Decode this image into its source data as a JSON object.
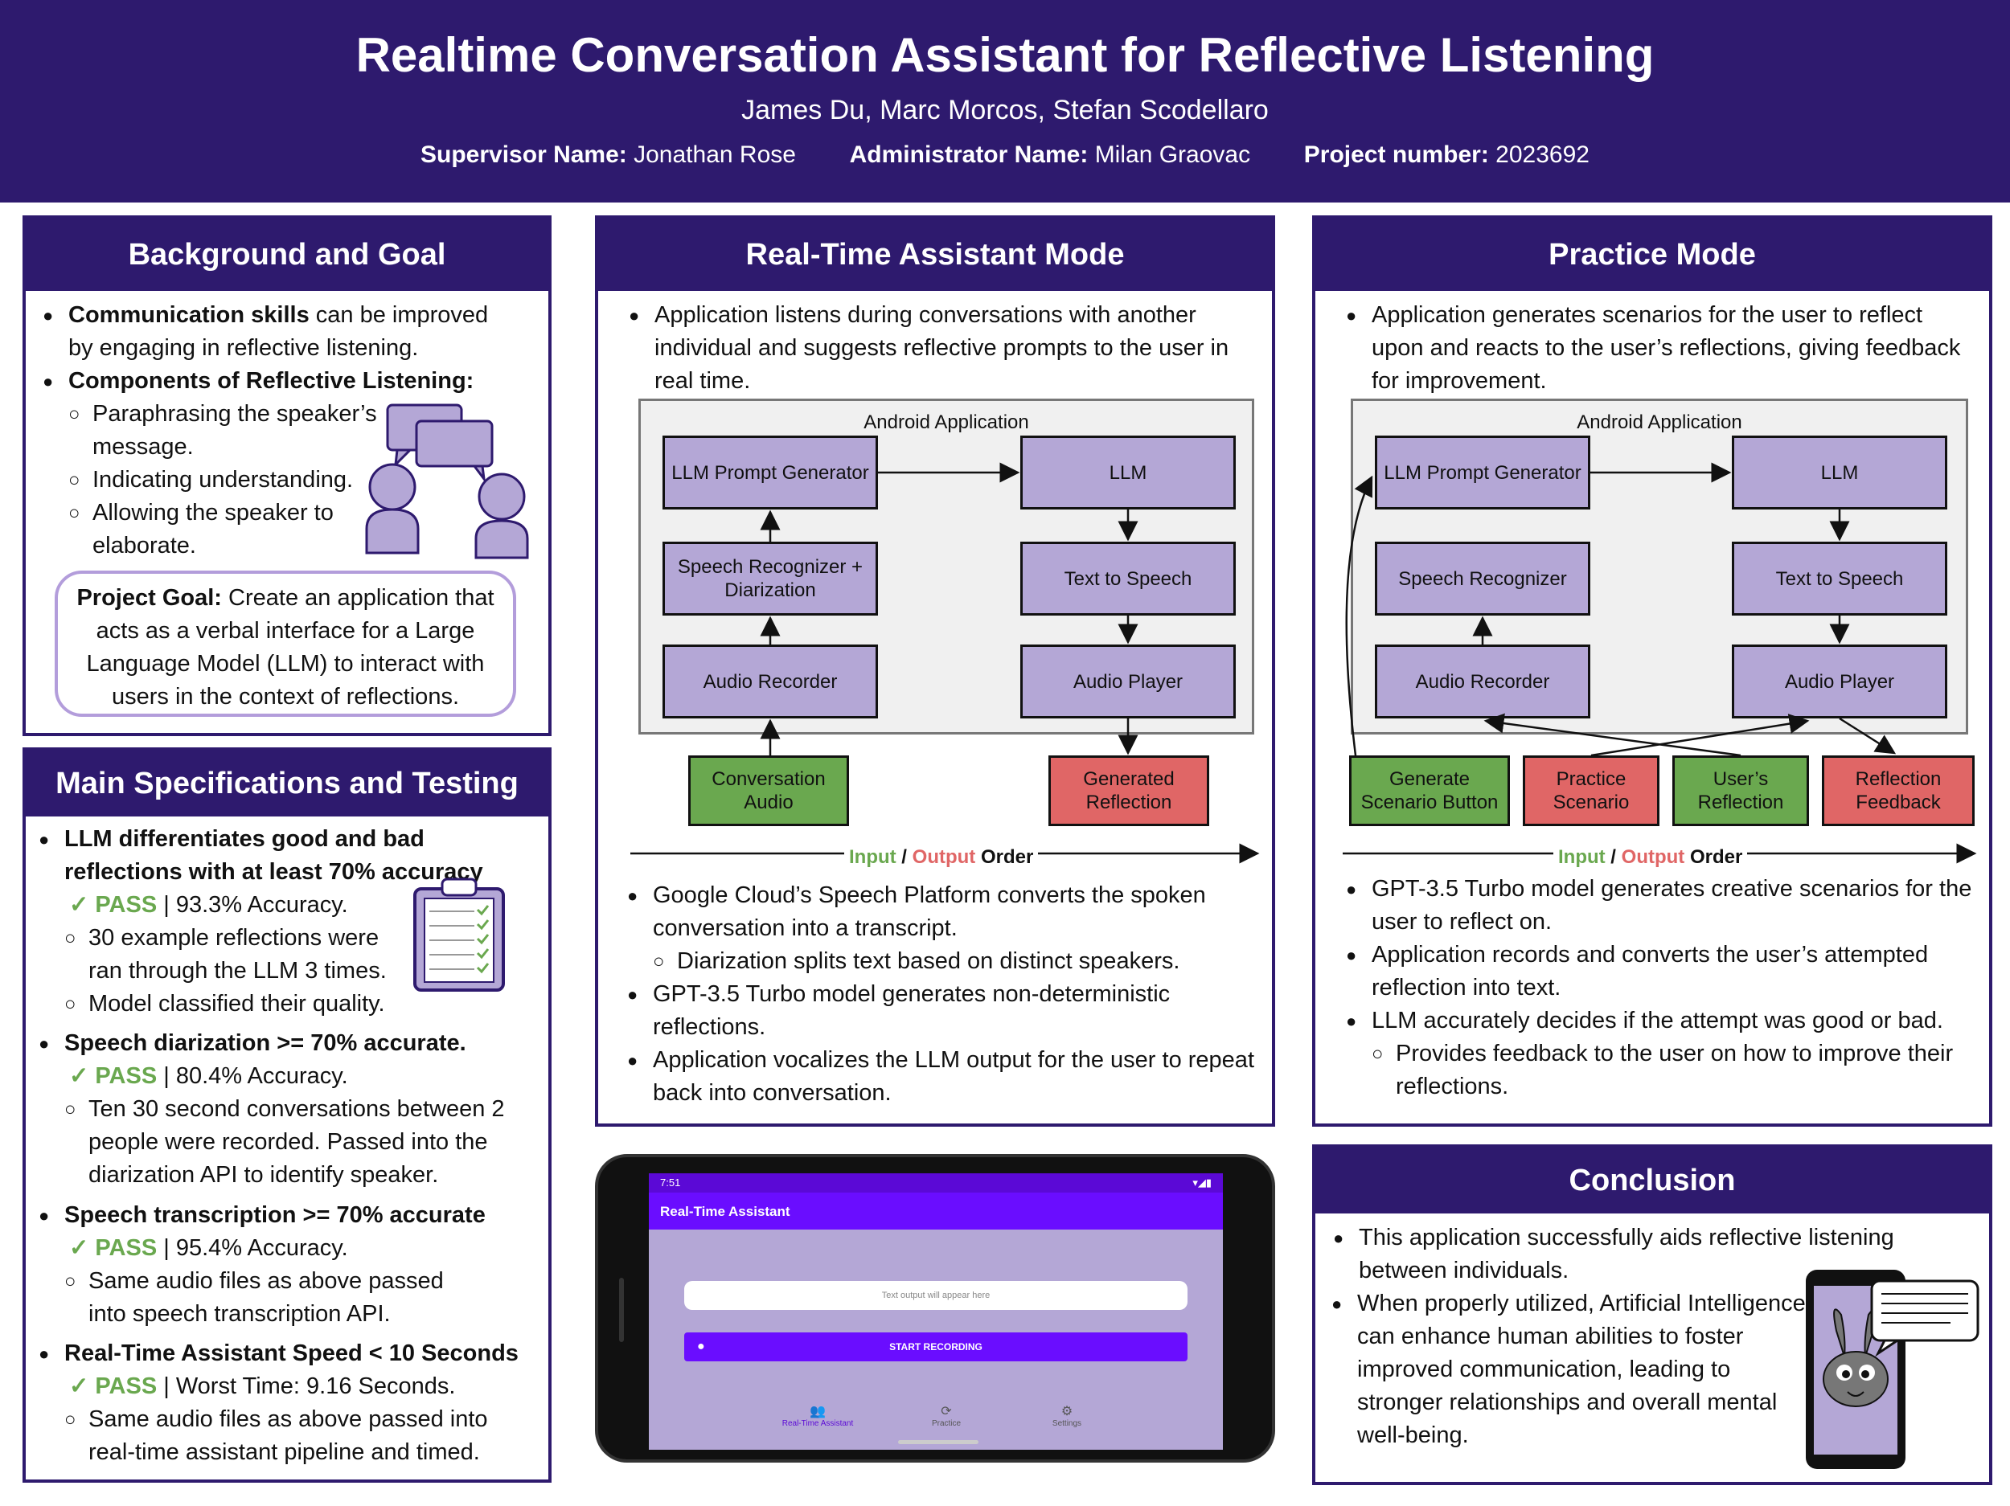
{
  "header": {
    "title": "Realtime Conversation Assistant for Reflective Listening",
    "authors": "James Du, Marc Morcos, Stefan Scodellaro",
    "supervisor_label": "Supervisor Name:",
    "supervisor": "Jonathan Rose",
    "admin_label": "Administrator Name:",
    "admin": "Milan Graovac",
    "project_label": "Project number:",
    "project": "2023692"
  },
  "background": {
    "heading": "Background and Goal",
    "b1_bold": "Communication skills",
    "b1_rest": " can be improved by engaging in reflective listening.",
    "b2_bold": "Components of Reflective Listening:",
    "c1": "Paraphrasing the speaker’s message.",
    "c2": "Indicating understanding.",
    "c3": "Allowing the speaker to elaborate.",
    "goal_bold": "Project Goal:",
    "goal_rest": " Create an application that acts as a verbal interface for a Large Language Model (LLM) to interact with users in the context of reflections."
  },
  "specs": {
    "heading": "Main Specifications and Testing",
    "s1_title": "LLM differentiates good and bad reflections with at least 70% accuracy",
    "s1_pass": "✓ PASS",
    "s1_result": " | 93.3% Accuracy.",
    "s1_c1": "30 example reflections were ran through the LLM 3 times.",
    "s1_c2": "Model classified their quality.",
    "s2_title": "Speech diarization >= 70% accurate.",
    "s2_pass": "✓ PASS",
    "s2_result": " | 80.4% Accuracy.",
    "s2_c1": "Ten 30 second conversations between 2 people were recorded. Passed into the diarization API to identify speaker.",
    "s3_title": "Speech transcription >= 70% accurate",
    "s3_pass": "✓ PASS",
    "s3_result": " | 95.4% Accuracy.",
    "s3_c1": "Same audio files as above passed into speech transcription API.",
    "s4_title": "Real-Time Assistant Speed < 10 Seconds",
    "s4_pass": "✓ PASS",
    "s4_result": " | Worst Time: 9.16 Seconds.",
    "s4_c1": "Same audio files as above passed into real-time assistant pipeline and timed."
  },
  "realtime": {
    "heading": "Real-Time Assistant Mode",
    "intro": "Application listens during conversations with another individual and suggests reflective prompts to the user in real time.",
    "app_label": "Android Application",
    "llm_prompt": "LLM Prompt Generator",
    "llm": "LLM",
    "speech": "Speech Recognizer + Diarization",
    "tts": "Text to Speech",
    "recorder": "Audio Recorder",
    "player": "Audio Player",
    "conv_audio": "Conversation Audio",
    "gen_reflection": "Generated Reflection",
    "order_input": "Input",
    "order_sep": " / ",
    "order_output": "Output",
    "order_word": " Order",
    "b1": "Google Cloud’s Speech Platform converts the spoken conversation into a transcript.",
    "c1": "Diarization splits text based on distinct speakers.",
    "b2": "GPT-3.5 Turbo model generates non-deterministic reflections.",
    "b3": "Application vocalizes the LLM output for the user to repeat back into conversation."
  },
  "practice": {
    "heading": "Practice Mode",
    "intro": "Application generates scenarios for the user to reflect upon and reacts to the user’s reflections, giving feedback for improvement.",
    "app_label": "Android Application",
    "llm_prompt": "LLM Prompt Generator",
    "llm": "LLM",
    "speech": "Speech Recognizer",
    "tts": "Text to Speech",
    "recorder": "Audio Recorder",
    "player": "Audio Player",
    "gen_button": "Generate Scenario Button",
    "practice_scenario": "Practice Scenario",
    "user_reflection": "User’s Reflection",
    "reflection_feedback": "Reflection Feedback",
    "order_input": "Input",
    "order_sep": " / ",
    "order_output": "Output",
    "order_word": " Order",
    "b1": "GPT-3.5 Turbo model generates creative scenarios for the user to reflect on.",
    "b2": "Application records and converts the user’s attempted reflection into text.",
    "b3": "LLM accurately decides if the attempt was good or bad.",
    "c1": "Provides feedback to the user on how to improve their reflections."
  },
  "phone": {
    "status_time": "7:51",
    "app_title": "Real-Time Assistant",
    "placeholder": "Text output will appear here",
    "start_button": "START RECORDING",
    "nav_realtime": "Real-Time Assistant",
    "nav_practice": "Practice",
    "nav_settings": "Settings"
  },
  "conclusion": {
    "heading": "Conclusion",
    "b1": "This application successfully aids reflective listening between individuals.",
    "b2": "When properly utilized, Artificial Intelligence can enhance human abilities to foster improved communication, leading to stronger relationships and overall mental well-being."
  },
  "colors": {
    "header_bg": "#2e1a6e",
    "box_purple": "#b4a7d6",
    "input_green": "#6aa84f",
    "output_red": "#e06666",
    "app_purple": "#6a0dff"
  }
}
